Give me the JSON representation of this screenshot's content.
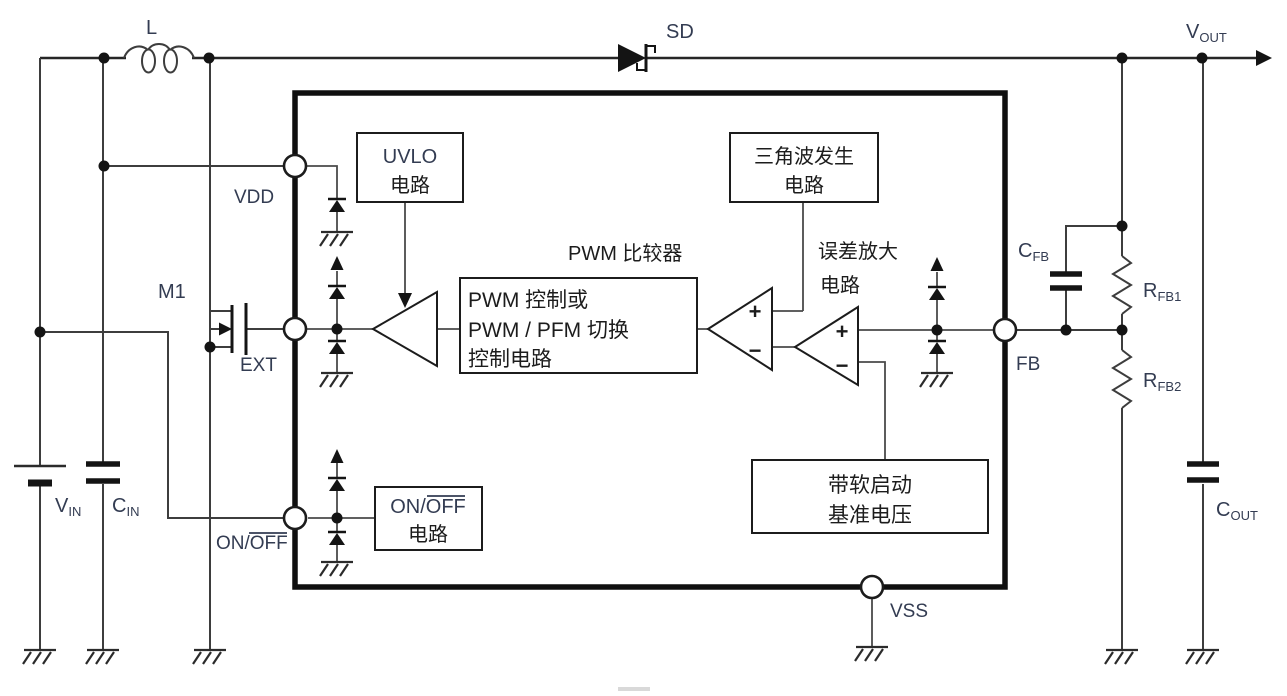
{
  "diagram": {
    "title_hint": "Step-up DC/DC converter block diagram",
    "colors": {
      "background": "#ffffff",
      "wire": "#3d3d3d",
      "ic_border": "#0f0f0f",
      "latin_label": "#333c52",
      "chinese_label": "#1c1c1c"
    },
    "labels": {
      "inductor": "L",
      "diode": "SD",
      "mosfet": "M1",
      "vout": {
        "main": "V",
        "sub": "OUT"
      },
      "vin": {
        "main": "V",
        "sub": "IN"
      },
      "cin": {
        "main": "C",
        "sub": "IN"
      },
      "cfb": {
        "main": "C",
        "sub": "FB"
      },
      "rfb1": {
        "main": "R",
        "sub": "FB1"
      },
      "rfb2": {
        "main": "R",
        "sub": "FB2"
      },
      "cout": {
        "main": "C",
        "sub": "OUT"
      }
    },
    "pins": {
      "vdd": "VDD",
      "ext": "EXT",
      "onoff": {
        "on": "ON/",
        "off": "OFF"
      },
      "fb": "FB",
      "vss": "VSS"
    },
    "blocks": {
      "uvlo": {
        "line1": "UVLO",
        "line2": "电路"
      },
      "triangle_wave": {
        "line1": "三角波发生",
        "line2": "电路"
      },
      "pwm_control": {
        "line1": "PWM 控制或",
        "line2": "PWM / PFM 切换",
        "line3": "控制电路"
      },
      "soft_start": {
        "line1": "带软启动",
        "line2": "基准电压"
      },
      "onoff_circuit": {
        "on": "ON/",
        "off": "OFF",
        "line2": "电路"
      }
    },
    "annotations": {
      "pwm_comparator": "PWM 比较器",
      "error_amp_line1": "误差放大",
      "error_amp_line2": "电路",
      "plus": "+",
      "minus": "−"
    }
  }
}
